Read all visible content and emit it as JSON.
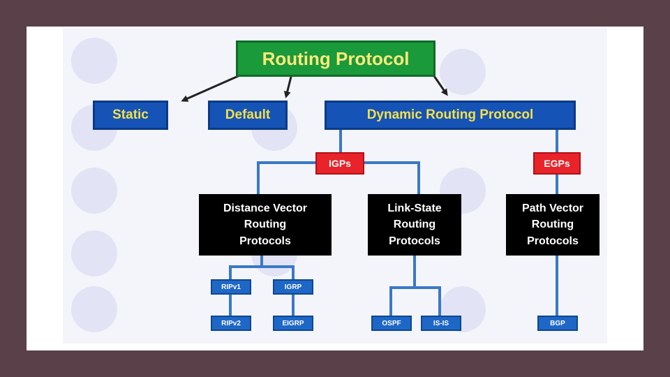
{
  "diagram": {
    "root": "Routing Protocol",
    "types": {
      "static": "Static",
      "default": "Default",
      "dynamic": "Dynamic Routing Protocol"
    },
    "igp": "IGPs",
    "egp": "EGPs",
    "categories": {
      "distance_vector": "Distance Vector\nRouting\nProtocols",
      "link_state": "Link-State\nRouting\nProtocols",
      "path_vector": "Path Vector\nRouting\nProtocols"
    },
    "leaves": {
      "ripv1": "RIPv1",
      "igrp": "IGRP",
      "ripv2": "RIPv2",
      "eigrp": "EIGRP",
      "ospf": "OSPF",
      "isis": "IS-IS",
      "bgp": "BGP"
    }
  },
  "colors": {
    "frame": "#5a4048",
    "root": "#1a9a3a",
    "type_box": "#1553b6",
    "label_red": "#e8232a",
    "category_box": "#000000",
    "leaf_box": "#1e67c6",
    "connector": "#3a78c9"
  }
}
